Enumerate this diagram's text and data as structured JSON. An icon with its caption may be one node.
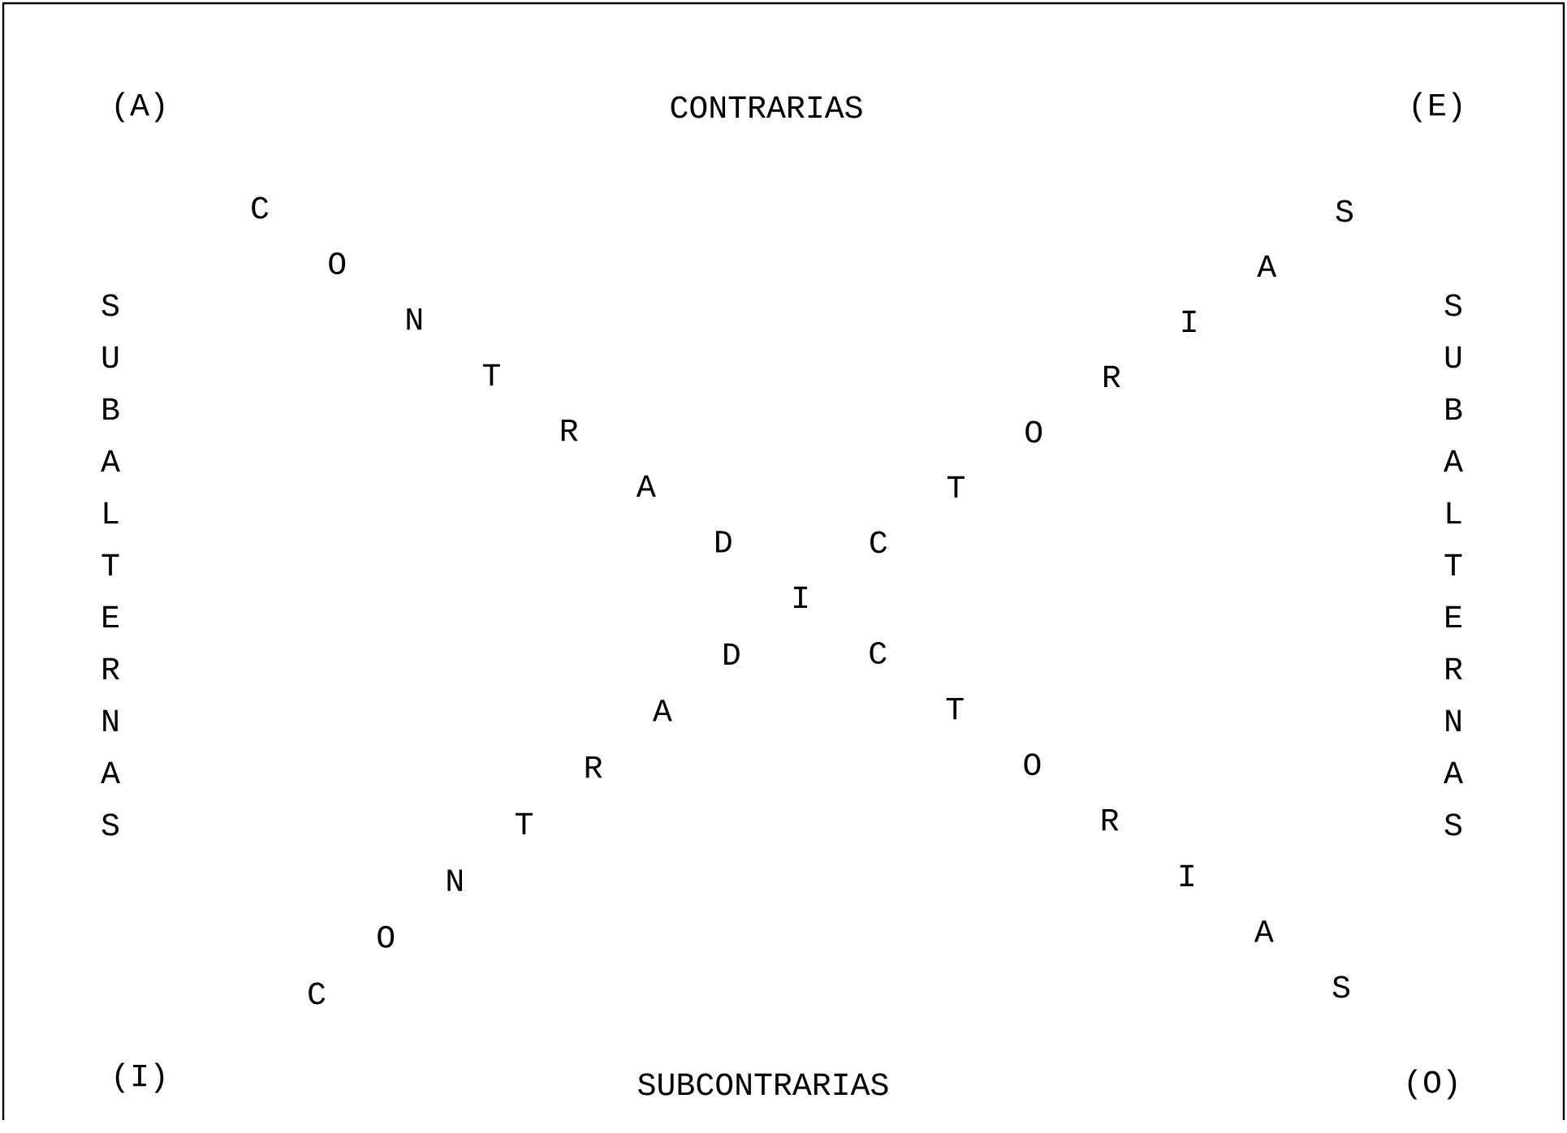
{
  "diagram": {
    "labels": [
      "(A)",
      "CONTRARIAS",
      "(E)",
      "C",
      "O",
      "N",
      "T",
      "R",
      "A",
      "D",
      "I",
      "C",
      "T",
      "O",
      "R",
      "I",
      "A",
      "S",
      "C",
      "O",
      "N",
      "T",
      "R",
      "A",
      "D",
      "C",
      "T",
      "O",
      "R",
      "I",
      "A",
      "S",
      "S",
      "U",
      "B",
      "A",
      "L",
      "T",
      "E",
      "R",
      "N",
      "A",
      "S",
      "S",
      "U",
      "B",
      "A",
      "L",
      "T",
      "E",
      "R",
      "N",
      "A",
      "S",
      "(I)",
      "SUBCONTRARIAS",
      "(O)"
    ]
  }
}
